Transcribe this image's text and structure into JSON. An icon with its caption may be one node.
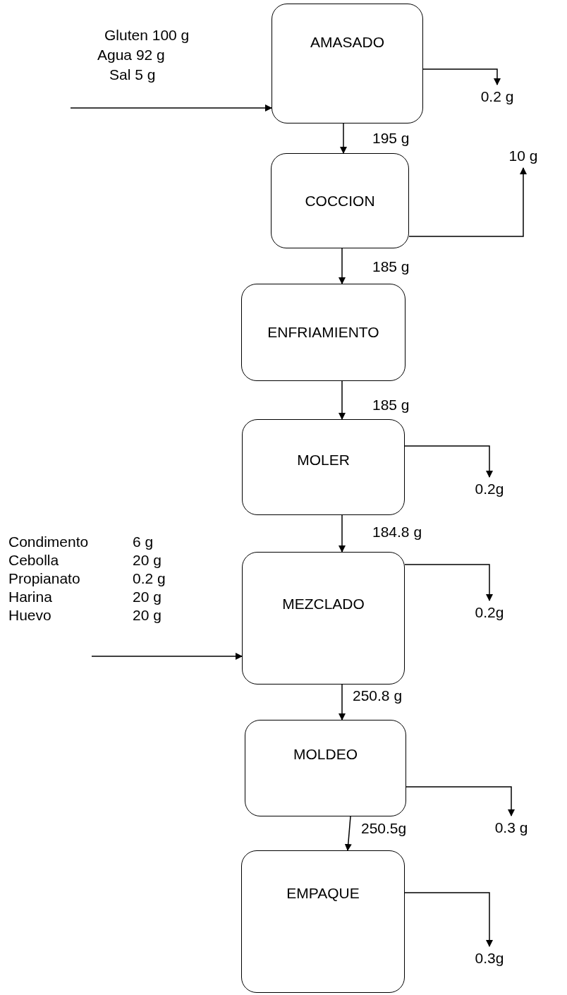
{
  "diagram": {
    "nodes": [
      {
        "text": [
          "AMASADO"
        ]
      },
      {
        "text": [
          "COCCION"
        ]
      },
      {
        "text": [
          "ENFRIAMIENTO"
        ]
      },
      {
        "text": [
          "MOLER"
        ]
      },
      {
        "text": [
          "MEZCLADO"
        ]
      },
      {
        "text": [
          "MOLDEO"
        ]
      },
      {
        "text": [
          "EMPAQUE"
        ]
      },
      {
        "text": [
          "0.2 g"
        ]
      },
      {
        "text": [
          "10 g"
        ]
      },
      {
        "text": [
          "0.2g"
        ]
      },
      {
        "text": [
          "0.2g"
        ]
      },
      {
        "text": [
          "0.3 g"
        ]
      },
      {
        "text": [
          "0.3g"
        ]
      }
    ],
    "edges": [
      {
        "from": null,
        "to": 0,
        "arrow": "to"
      },
      {
        "from": 0,
        "to": 1,
        "arrow": "to",
        "label": "195 g"
      },
      {
        "from": 1,
        "to": 2,
        "arrow": "to",
        "label": "185 g"
      },
      {
        "from": 2,
        "to": 3,
        "arrow": "to",
        "label": "185 g"
      },
      {
        "from": 3,
        "to": 4,
        "arrow": "to",
        "label": "184.8 g"
      },
      {
        "from": 4,
        "to": 5,
        "arrow": "to",
        "label": "250.8 g"
      },
      {
        "from": 5,
        "to": 6,
        "arrow": "to",
        "label": "250.5g"
      },
      {
        "from": 0,
        "to": 7,
        "arrow": "to"
      },
      {
        "from": 1,
        "to": 8,
        "arrow": "to"
      },
      {
        "from": 3,
        "to": 9,
        "arrow": "to"
      },
      {
        "from": 4,
        "to": 10,
        "arrow": "to"
      },
      {
        "from": 5,
        "to": 11,
        "arrow": "to"
      },
      {
        "from": 6,
        "to": 12,
        "arrow": "to"
      },
      {
        "from": null,
        "to": 4,
        "arrow": "to"
      }
    ],
    "labels": [
      "Gluten 100 g",
      "Agua 92 g",
      "Sal 5 g",
      "Condimento",
      "6 g",
      "Cebolla",
      "20 g",
      "Propianato",
      "0.2 g",
      "Harina",
      "20 g",
      "Huevo",
      "20 g"
    ]
  }
}
